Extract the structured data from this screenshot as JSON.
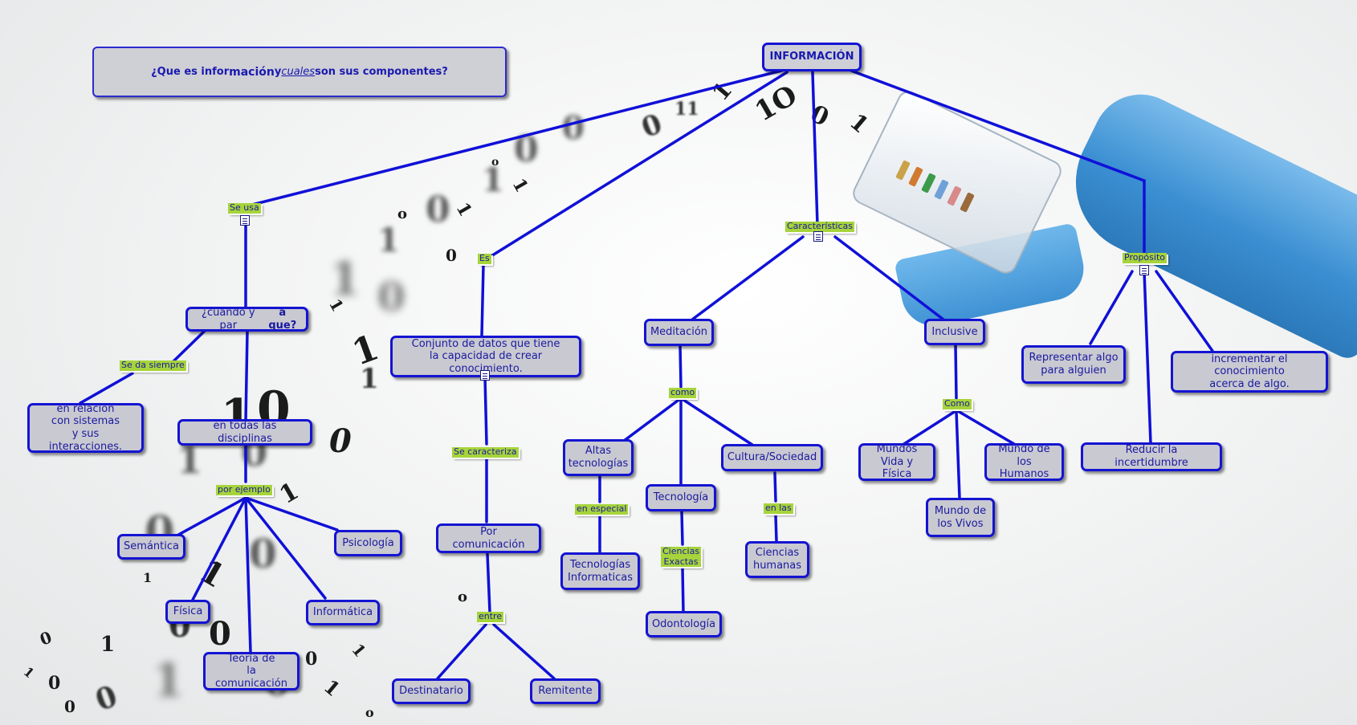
{
  "question": {
    "prefix": "¿Que es infor",
    "mac": "mación",
    "y": " y ",
    "cuales": "cuales",
    "suffix": "  son sus componentes?"
  },
  "nodes": {
    "informacion": "INFORMACIÓN",
    "cuando": "¿cuando y par",
    "cuando_bold": "a que?",
    "relacion": "en relación\ncon sistemas\ny sus interacciones.",
    "disciplinas": "en todas las disciplinas",
    "semantica": "Semántica",
    "psicologia": "Psicología",
    "fisica": "Física",
    "informatica": "Informática",
    "teoria": "Teoría de\nla comunicación",
    "conjunto": "Conjunto de datos que tiene\nla capacidad de crear conocimiento.",
    "por_comunicacion": "Por comunicación",
    "destinatario": "Destinatario",
    "remitente": "Remitente",
    "meditacion": "Meditación",
    "altas": "Altas\ntecnologías",
    "tecnologia": "Tecnología",
    "cultura": "Cultura/Sociedad",
    "tec_info": "Tecnologías\nInformaticas",
    "odontologia": "Odontología",
    "ciencias_humanas": "Ciencias\nhumanas",
    "inclusive": "Inclusive",
    "mundos_vida": "Mundos\nVida y Física",
    "mundo_humanos": "Mundo de\nlos Humanos",
    "mundo_vivos": "Mundo de\nlos Vivos",
    "representar": "Representar algo\npara alguien",
    "incrementar": "incrementar el conocimiento\nacerca de algo.",
    "reducir": "Reducir la incertidumbre"
  },
  "links": {
    "se_usa": "Se usa",
    "se_da_siempre": "Se da siempre",
    "por_ejemplo": "por ejemplo",
    "es": "Es",
    "se_caracteriza": "Se caracteriza",
    "entre": "entre",
    "caracteristicas": "Características",
    "como": "como",
    "en_especial": "en especial",
    "ciencias_exactas": "Ciencias\nExactas",
    "en_las": "en las",
    "como2": "Como",
    "proposito": "Propósito"
  },
  "icons": [
    "document-icon",
    "network-cable-image",
    "binary-digits-image"
  ],
  "colors": {
    "node_border": "#1414d2",
    "link_fill": "#a6d43a",
    "node_fill": "#c9c9d1",
    "line": "#1010d8"
  }
}
